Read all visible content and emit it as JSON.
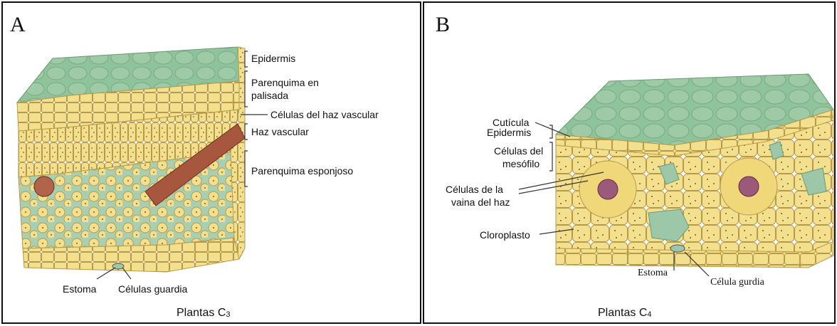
{
  "panel_a": {
    "letter": "A",
    "labels": {
      "epidermis": "Epidermis",
      "palisade_1": "Parenquima en",
      "palisade_2": "palisada",
      "bundle_cells": "Células del haz vascular",
      "vascular_bundle": "Haz vascular",
      "spongy": "Parenquima esponjoso",
      "stoma": "Estoma",
      "guard_cells": "Células guardia"
    },
    "caption_main": "Plantas C",
    "caption_sub": "3"
  },
  "panel_b": {
    "letter": "B",
    "labels": {
      "cuticle": "Cutícula",
      "epidermis": "Epidermis",
      "mesophyll_1": "Células del",
      "mesophyll_2": "mesófilo",
      "sheath_1": "Células de la",
      "sheath_2": "vaina del haz",
      "chloroplast": "Cloroplasto",
      "stoma": "Estoma",
      "guard_cell": "Célula gurdia"
    },
    "caption_main": "Plantas C",
    "caption_sub": "4"
  },
  "colors": {
    "cell_fill": "#f3e08e",
    "cell_edge": "#b69a4a",
    "leaf_top": "#8fc39a",
    "vein": "#a8573f",
    "air_space": "#9cc7a9"
  }
}
